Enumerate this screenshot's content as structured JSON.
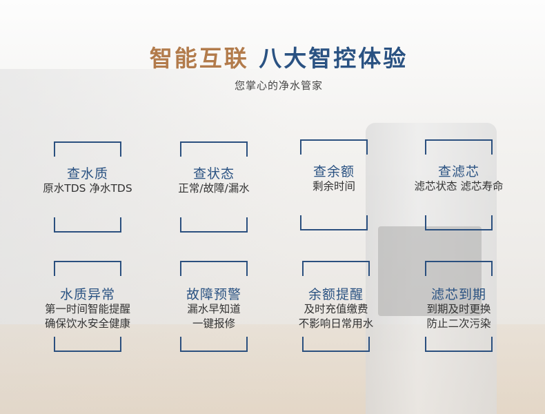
{
  "title": {
    "part1": "智能互联",
    "part2": "八大智控体验"
  },
  "subtitle": "您掌心的净水管家",
  "features": [
    {
      "heading": "查水质",
      "lines": [
        "原水TDS 净水TDS"
      ]
    },
    {
      "heading": "查状态",
      "lines": [
        "正常/故障/漏水"
      ]
    },
    {
      "heading": "查余额",
      "lines": [
        "剩余时间"
      ]
    },
    {
      "heading": "查滤芯",
      "lines": [
        "滤芯状态 滤芯寿命"
      ]
    },
    {
      "heading": "水质异常",
      "lines": [
        "第一时间智能提醒",
        "确保饮水安全健康"
      ]
    },
    {
      "heading": "故障预警",
      "lines": [
        "漏水早知道",
        "一键报修"
      ]
    },
    {
      "heading": "余额提醒",
      "lines": [
        "及时充值缴费",
        "不影响日常用水"
      ]
    },
    {
      "heading": "滤芯到期",
      "lines": [
        "到期及时更换",
        "防止二次污染"
      ]
    }
  ],
  "colors": {
    "accent_brown": "#b27b4b",
    "accent_blue": "#2a5282"
  }
}
